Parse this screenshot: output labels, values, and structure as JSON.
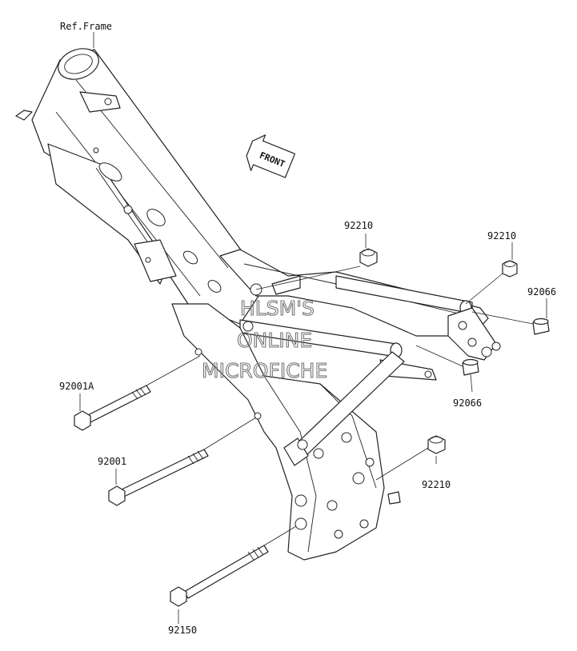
{
  "header": {
    "ref_label": "Ref.Frame"
  },
  "front_arrow": {
    "label": "FRONT"
  },
  "watermark": {
    "line1": "HLSM'S",
    "line2": "ONLINE",
    "line3": "MICROFICHE"
  },
  "parts": {
    "nut_top_a": "92210",
    "nut_top_b": "92210",
    "collar_right_top": "92066",
    "collar_right_mid": "92066",
    "bolt_upper": "92001A",
    "bolt_middle": "92001",
    "nut_lower": "92210",
    "bolt_lower": "92150"
  },
  "colors": {
    "line": "#222222",
    "watermark": "#777777",
    "background": "#ffffff"
  }
}
